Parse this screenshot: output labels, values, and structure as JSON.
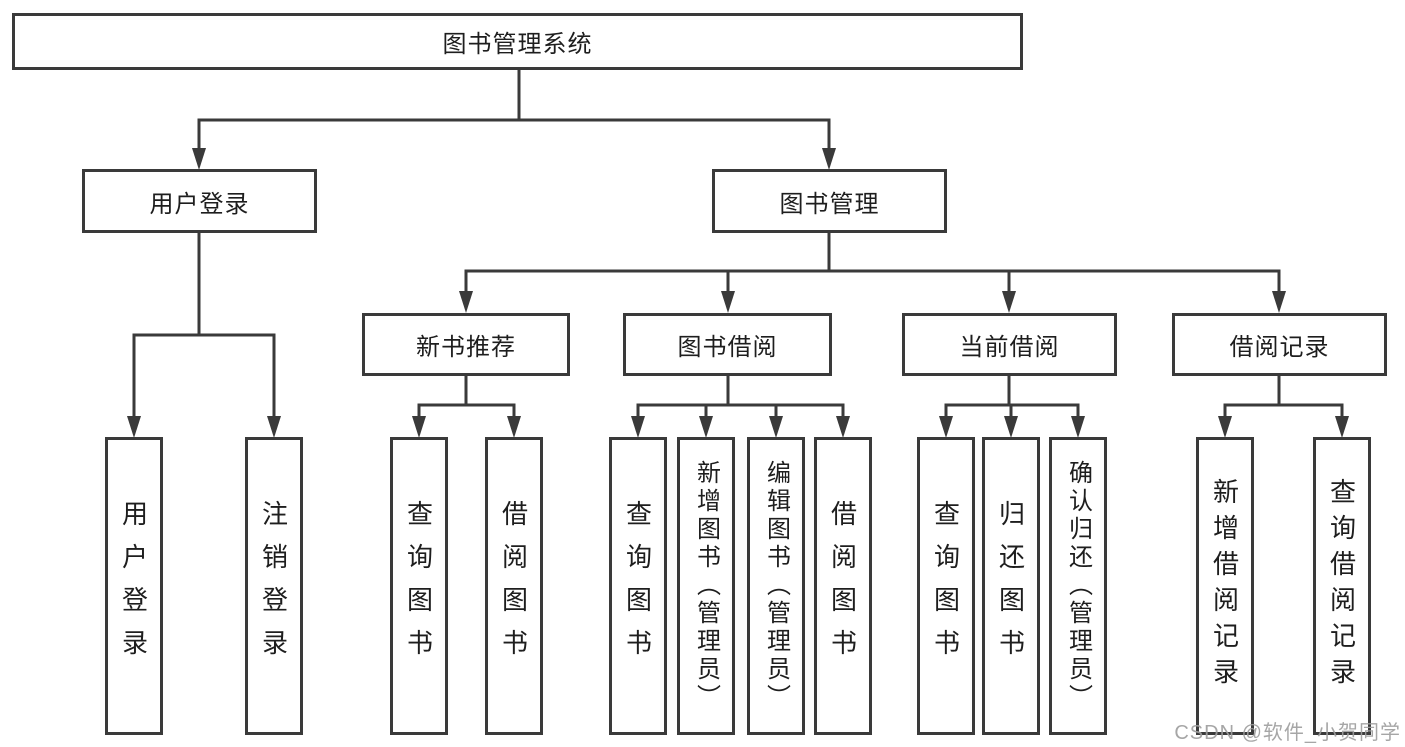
{
  "tree": {
    "label": "图书管理系统",
    "children": [
      {
        "label": "用户登录",
        "children": [
          {
            "label": "用户登录"
          },
          {
            "label": "注销登录"
          }
        ]
      },
      {
        "label": "图书管理",
        "children": [
          {
            "label": "新书推荐",
            "children": [
              {
                "label": "查询图书"
              },
              {
                "label": "借阅图书"
              }
            ]
          },
          {
            "label": "图书借阅",
            "children": [
              {
                "label": "查询图书"
              },
              {
                "label": "新增图书（管理员）"
              },
              {
                "label": "编辑图书（管理员）"
              },
              {
                "label": "借阅图书"
              }
            ]
          },
          {
            "label": "当前借阅",
            "children": [
              {
                "label": "查询图书"
              },
              {
                "label": "归还图书"
              },
              {
                "label": "确认归还（管理员）"
              }
            ]
          },
          {
            "label": "借阅记录",
            "children": [
              {
                "label": "新增借阅记录"
              },
              {
                "label": "查询借阅记录"
              }
            ]
          }
        ]
      }
    ]
  },
  "watermark": "CSDN @软件_小贺同学",
  "colors": {
    "line": "#3a3a3a",
    "text": "#1e1e1e",
    "box_background": "#ffffff",
    "page_background": "#ffffff",
    "watermark": "#9e9e9e"
  }
}
